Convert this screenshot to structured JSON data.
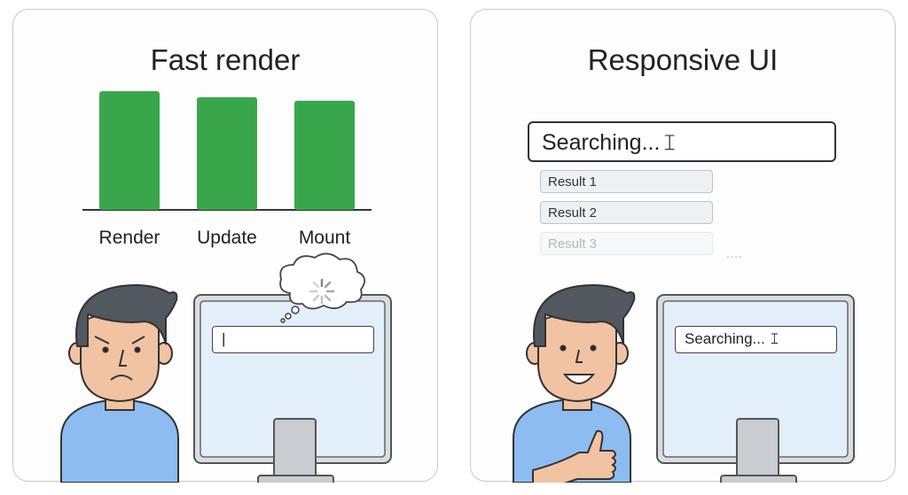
{
  "left_panel": {
    "title": "Fast render",
    "bars": [
      {
        "label": "Render",
        "value": 1.0
      },
      {
        "label": "Update",
        "value": 0.95
      },
      {
        "label": "Mount",
        "value": 0.92
      }
    ],
    "bar_color": "#3aa64c",
    "screen_input_value": "|"
  },
  "right_panel": {
    "title": "Responsive UI",
    "search_value": "Searching...",
    "results": [
      "Result 1",
      "Result 2",
      "Result 3"
    ],
    "more_indicator": "....",
    "screen_search_value": "Searching..."
  }
}
